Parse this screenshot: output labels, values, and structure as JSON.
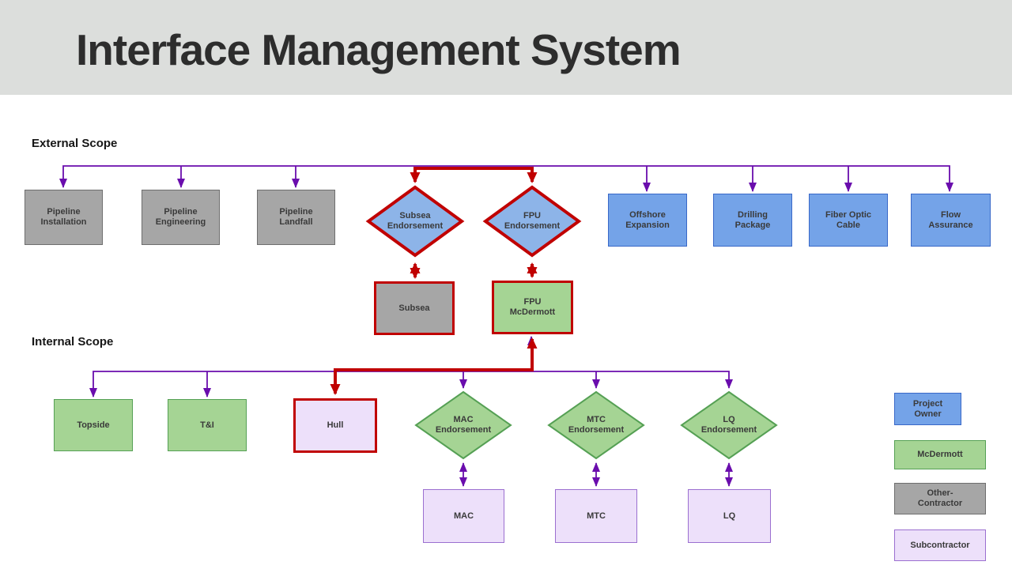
{
  "title": "Interface Management System",
  "sections": {
    "external": "External Scope",
    "internal": "Internal Scope"
  },
  "palette": {
    "banner_bg": "#dcdedc",
    "project_owner_fill": "#74a3e8",
    "project_owner_border": "#3968c8",
    "mcdermott_fill": "#a5d494",
    "mcdermott_border": "#55a054",
    "other_contractor_fill": "#a6a6a6",
    "other_contractor_border": "#6e6e6e",
    "subcontractor_fill": "#ede0fa",
    "subcontractor_border": "#9b6fd0",
    "highlight_red": "#c00000",
    "connector_purple": "#6a0dad"
  },
  "nodes": {
    "pipeline": [
      "Pipeline Installation",
      "Pipeline Engineering",
      "Pipeline Landfall"
    ],
    "external_diamonds": [
      "Subsea Endorsement",
      "FPU Endorsement"
    ],
    "owner": [
      "Offshore Expansion",
      "Drilling Package",
      "Fiber Optic Cable",
      "Flow Assurance"
    ],
    "subsea": "Subsea",
    "fpu": "FPU McDermott",
    "internal_green": [
      "Topside",
      "T&I"
    ],
    "hull": "Hull",
    "internal_diamonds": [
      "MAC Endorsement",
      "MTC Endorsement",
      "LQ Endorsement"
    ],
    "sub_boxes": [
      "MAC",
      "MTC",
      "LQ"
    ]
  },
  "legend": [
    "Project Owner",
    "McDermott",
    "Other-Contractor",
    "Subcontractor"
  ]
}
